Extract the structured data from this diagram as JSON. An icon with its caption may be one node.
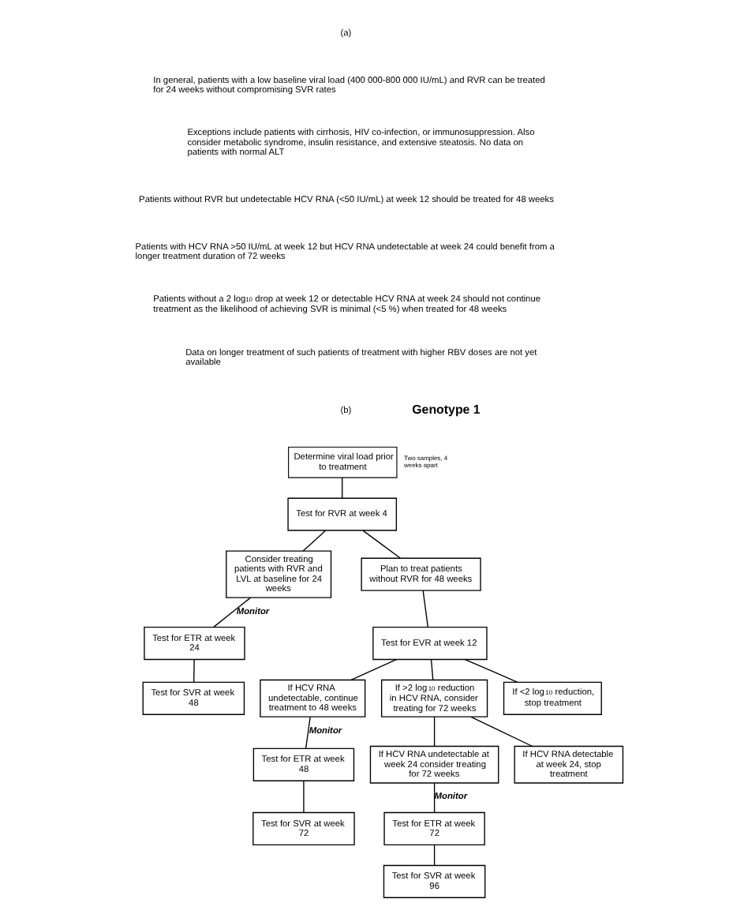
{
  "diagram": {
    "nodes": [
      {
        "text": [
          "Determine viral load prior to treatment"
        ],
        "beside": [
          "Two samples, 4 weeks apart"
        ]
      },
      {
        "text": [
          "Test for RVR at week 4"
        ]
      },
      {
        "text": [
          "Consider treating patients with RVR and LVL at baseline for 24 weeks"
        ]
      },
      {
        "text": [
          "Plan to treat patients without RVR for 48 weeks"
        ]
      },
      {
        "text": [
          "Test for EVR at week 12"
        ]
      },
      {
        "text": [
          "Test for ETR at week 24"
        ]
      },
      {
        "text": [
          "Test for SVR at week 48"
        ]
      },
      {
        "text": [
          "If HCV RNA undetectable, continue treatment to 48 weeks"
        ]
      },
      {
        "text": [
          "If >2 log$_{10}$ reduction in HCV RNA, consider treating for 72 weeks"
        ]
      },
      {
        "text": [
          "If <2 log$_{10}$ reduction, stop treatment"
        ]
      },
      {
        "text": [
          "Test for ETR at week 48"
        ]
      },
      {
        "text": [
          "Test for SVR at week 72"
        ]
      },
      {
        "text": [
          "If HCV RNA undetectable at week 24 consider treating for 72 weeks"
        ]
      },
      {
        "text": [
          "If HCV RNA detectable at week 24, stop treatment"
        ]
      },
      {
        "text": [
          "Test for ETR at week 72"
        ]
      },
      {
        "text": [
          "Test for SVR at week 96"
        ]
      }
    ],
    "edges": [
      {
        "from": 0,
        "to": 1,
        "arrow": "none"
      },
      {
        "from": 1,
        "to": 2,
        "arrow": "none"
      },
      {
        "from": 1,
        "to": 3,
        "arrow": "none"
      },
      {
        "from": 3,
        "to": 4,
        "arrow": "none"
      },
      {
        "from": 2,
        "to": 5,
        "arrow": "none",
        "label": "Monitor"
      },
      {
        "from": 5,
        "to": 6,
        "arrow": "none"
      },
      {
        "from": 4,
        "to": 7,
        "arrow": "none"
      },
      {
        "from": 4,
        "to": 8,
        "arrow": "none"
      },
      {
        "from": 4,
        "to": 9,
        "arrow": "none"
      },
      {
        "from": 7,
        "to": 10,
        "arrow": "none",
        "label": "Monitor"
      },
      {
        "from": 10,
        "to": 11,
        "arrow": "none"
      },
      {
        "from": 8,
        "to": 12,
        "arrow": "none"
      },
      {
        "from": 8,
        "to": 13,
        "arrow": "none"
      },
      {
        "from": 12,
        "to": 14,
        "arrow": "none",
        "label": "Monitor"
      },
      {
        "from": 14,
        "to": 15,
        "arrow": "none"
      }
    ],
    "labels": [
      "(a)",
      "In general, patients with a low baseline viral load (400 000-800 000 IU/mL) and RVR can be treated for 24 weeks without compromising SVR rates",
      "Exceptions include patients with cirrhosis, HIV co-infection, or immunosuppression. Also consider metabolic syndrome, insulin resistance, and extensive steatosis. No data on patients with normal ALT",
      "Patients without RVR but undetectable HCV RNA (<50 IU/mL) at week 12 should be treated for 48 weeks",
      "Patients with HCV RNA >50 IU/mL at week 12 but HCV RNA undetectable at week 24 could benefit from a longer treatment duration of 72 weeks",
      "Patients without a 2 log$_{10}$ drop at week 12 or detectable HCV RNA at week 24 should not continue treatment as the likelihood of achieving SVR is minimal (<5 %) when treated for 48 weeks",
      "Data on longer treatment of such patients of treatment with higher RBV doses are not yet available",
      "(b)",
      "Genotype 1"
    ]
  }
}
